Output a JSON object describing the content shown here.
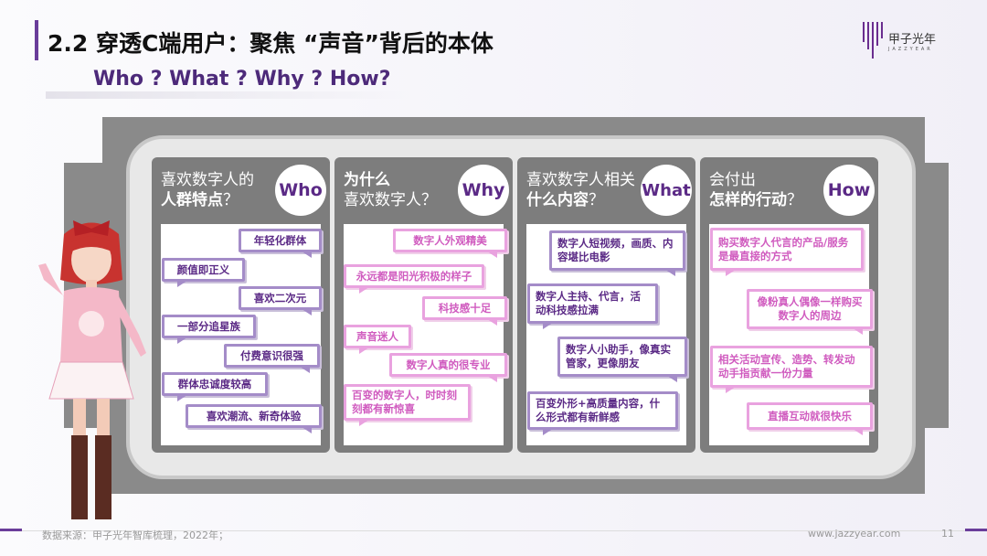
{
  "header": {
    "title": "2.2 穿透C端用户：聚焦 “声音”背后的本体",
    "subtitle": "Who ? What ? Why ? How?"
  },
  "logo": {
    "name": "甲子光年",
    "en": "JAZZYEAR"
  },
  "columns": [
    {
      "q1": "喜欢数字人的",
      "q2": "人群特点",
      "qm": "？",
      "tag": "Who",
      "style": "purple",
      "items": [
        "年轻化群体",
        "颜值即正义",
        "喜欢二次元",
        "一部分追星族",
        "付费意识很强",
        "群体忠诚度较高",
        "喜欢潮流、新奇体验"
      ]
    },
    {
      "q1": "为什么",
      "q2": "喜欢数字人",
      "qm": "？",
      "tag": "Why",
      "style": "pink",
      "items": [
        "数字人外观精美",
        "永远都是阳光积极的样子",
        "科技感十足",
        "声音迷人",
        "数字人真的很专业",
        "百变的数字人，时时刻刻都有新惊喜"
      ]
    },
    {
      "q1": "喜欢数字人相关",
      "q2": "什么内容",
      "qm": "？",
      "tag": "What",
      "style": "purple",
      "items": [
        "数字人短视频，画质、内容堪比电影",
        "数字人主持、代言，活动科技感拉满",
        "数字人小助手，像真实管家，更像朋友",
        "百变外形+高质量内容，什么形式都有新鲜感"
      ]
    },
    {
      "q1": "会付出",
      "q2": "怎样的行动",
      "qm": "？",
      "tag": "How",
      "style": "pink",
      "items": [
        "购买数字人代言的产品/服务是最直接的方式",
        "像粉真人偶像一样购买数字人的周边",
        "相关活动宣传、造势、转发动动手指贡献一份力量",
        "直播互动就很快乐"
      ]
    }
  ],
  "footer": {
    "source": "数据来源：甲子光年智库梳理，2022年；",
    "url": "www.jazzyear.com",
    "page": "11"
  },
  "colors": {
    "accent": "#6a3d9a",
    "purple_text": "#5b2a86",
    "pink_text": "#d05bbf"
  }
}
